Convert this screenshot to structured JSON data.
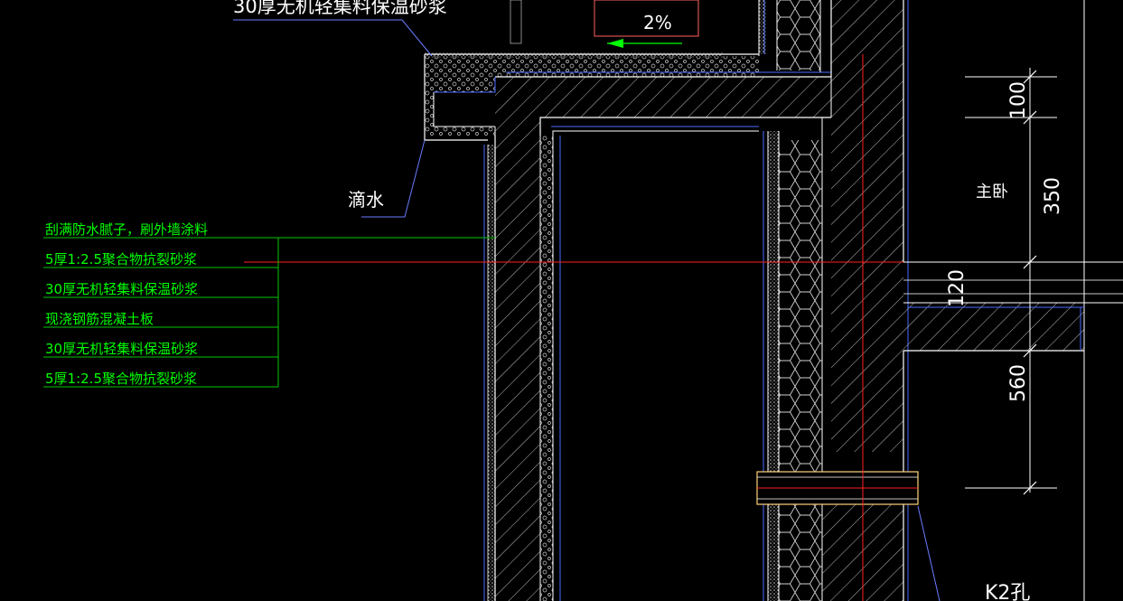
{
  "colors": {
    "background": "#000000",
    "wall_outline": "#ffffff",
    "hatch": "#cfcfcf",
    "blue_line": "#4a6cff",
    "red_axis": "#ff2020",
    "green_text": "#00ff00",
    "green_line": "#00c800",
    "leader_blue": "#6a7cff",
    "slope_box": "#ff6060"
  },
  "labels": {
    "top_insulation_note": "30厚无机轻集料保温砂浆",
    "slope": "2%",
    "drip": "滴水",
    "room": "主卧",
    "hole": "K2孔"
  },
  "layer_notes": [
    "刮满防水腻子，刷外墙涂料",
    "5厚1:2.5聚合物抗裂砂浆",
    "30厚无机轻集料保温砂浆",
    "现浇钢筋混凝土板",
    "30厚无机轻集料保温砂浆",
    "5厚1:2.5聚合物抗裂砂浆"
  ],
  "dimensions": [
    "100",
    "350",
    "120",
    "560"
  ]
}
